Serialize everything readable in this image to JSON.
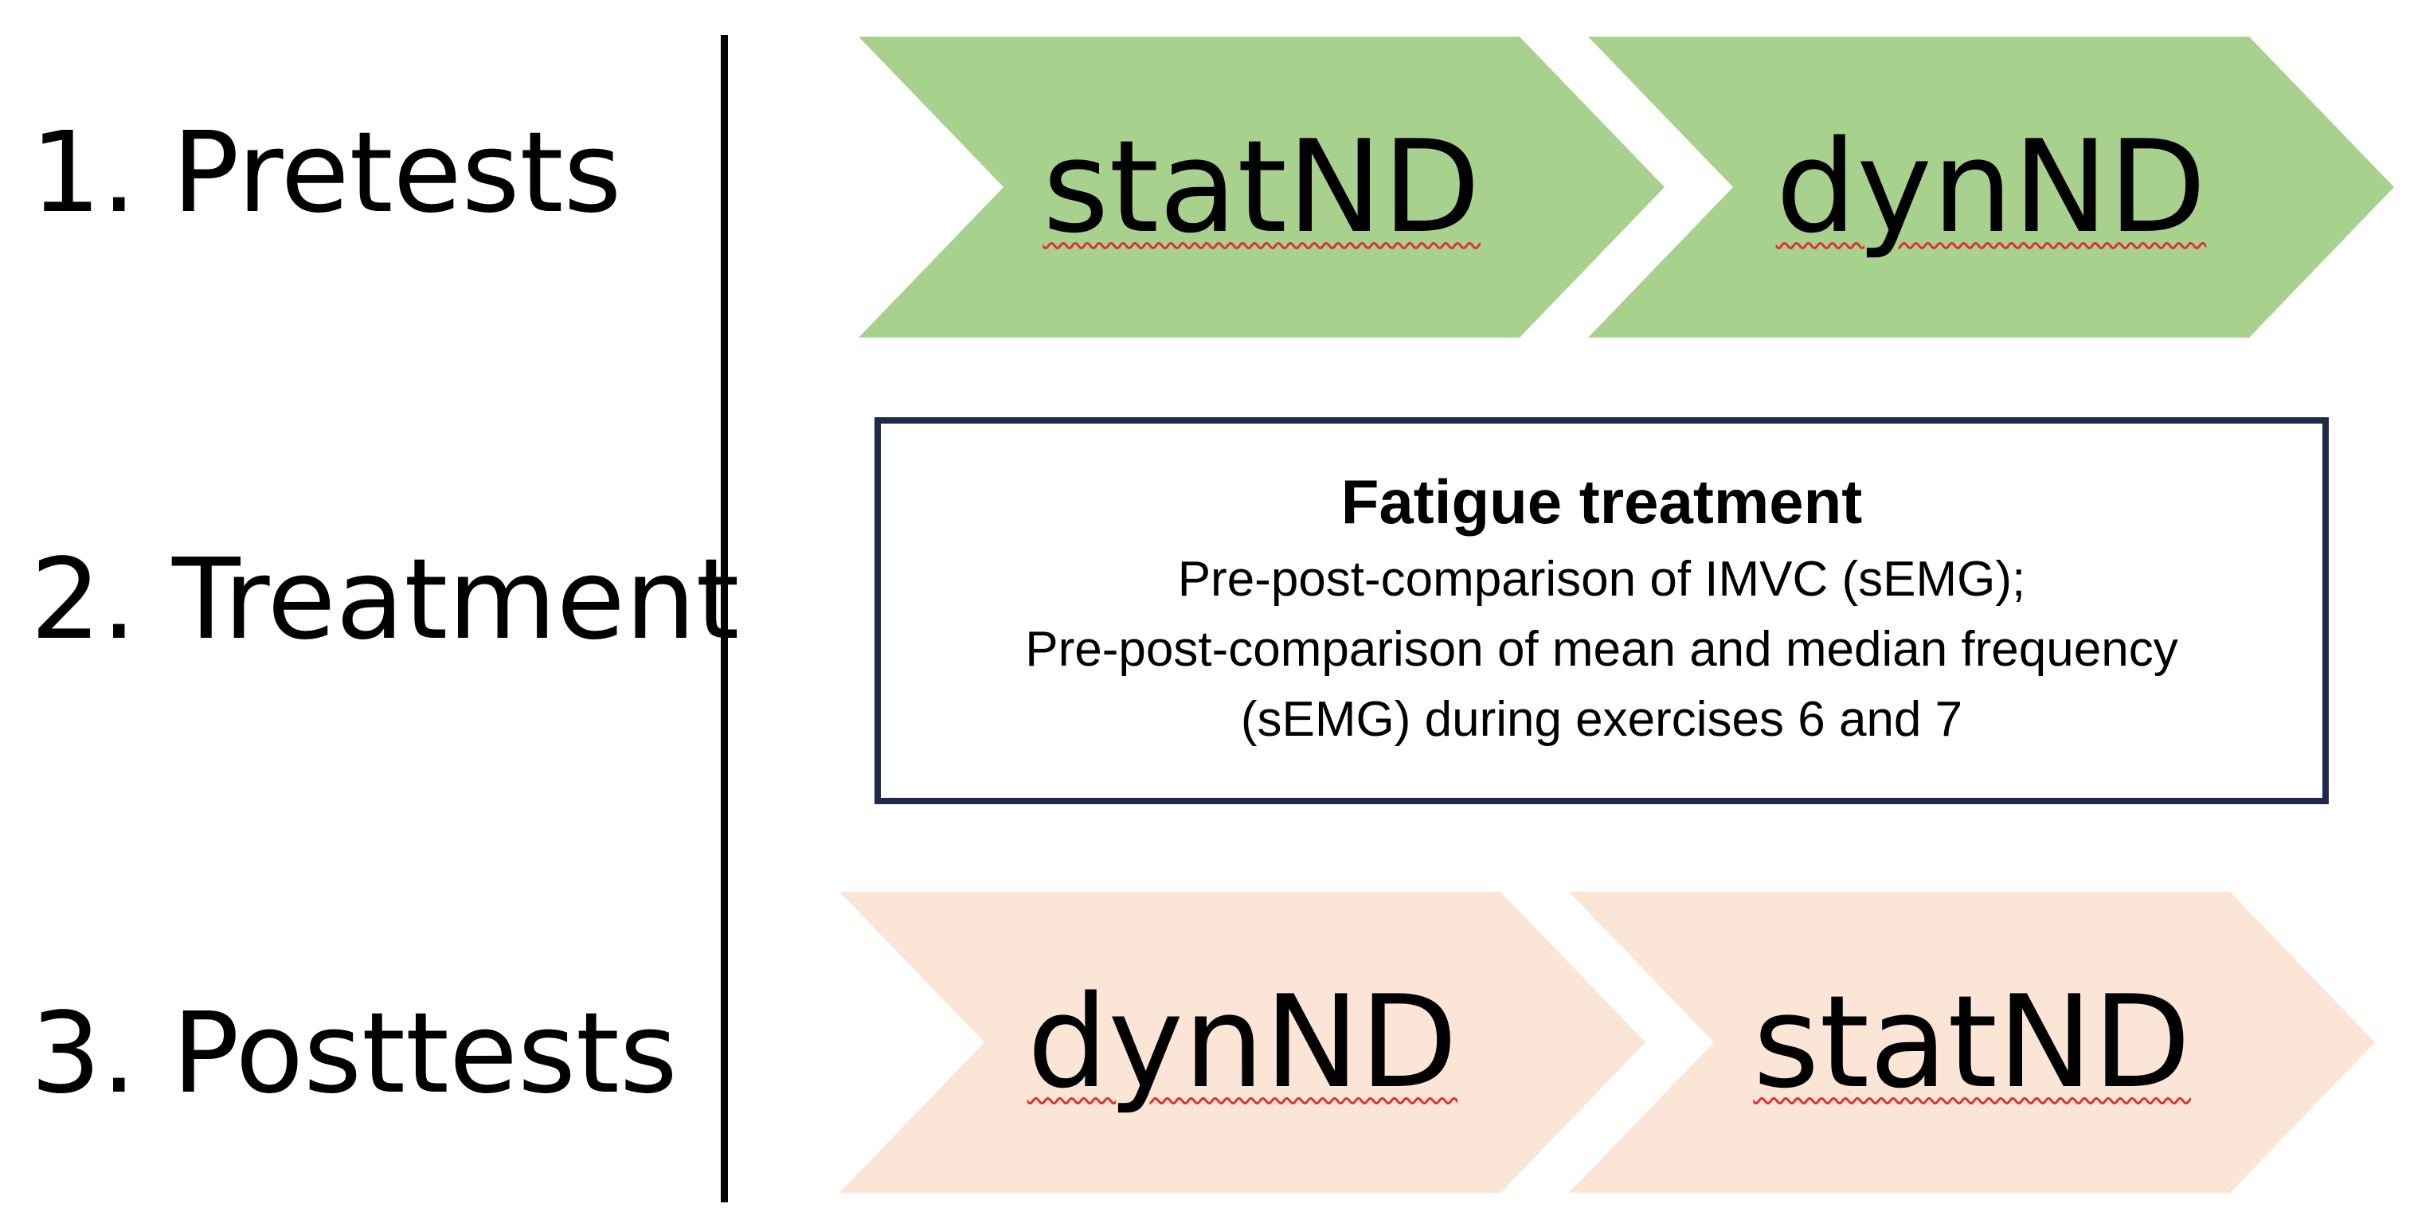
{
  "phases": [
    {
      "label": "1. Pretests"
    },
    {
      "label": "2. Treatment"
    },
    {
      "label": "3. Posttests"
    }
  ],
  "pretests": {
    "steps": [
      "statND",
      "dynND"
    ],
    "fill_color": "#a9d18e"
  },
  "treatment": {
    "title": "Fatigue treatment",
    "lines": [
      "Pre-post-comparison of IMVC (sEMG);",
      "Pre-post-comparison of mean and median frequency",
      "(sEMG) during exercises 6 and 7"
    ],
    "border_color": "#1f2a4a"
  },
  "posttests": {
    "steps": [
      "dynND",
      "statND"
    ],
    "fill_color": "#fbe5d6"
  }
}
